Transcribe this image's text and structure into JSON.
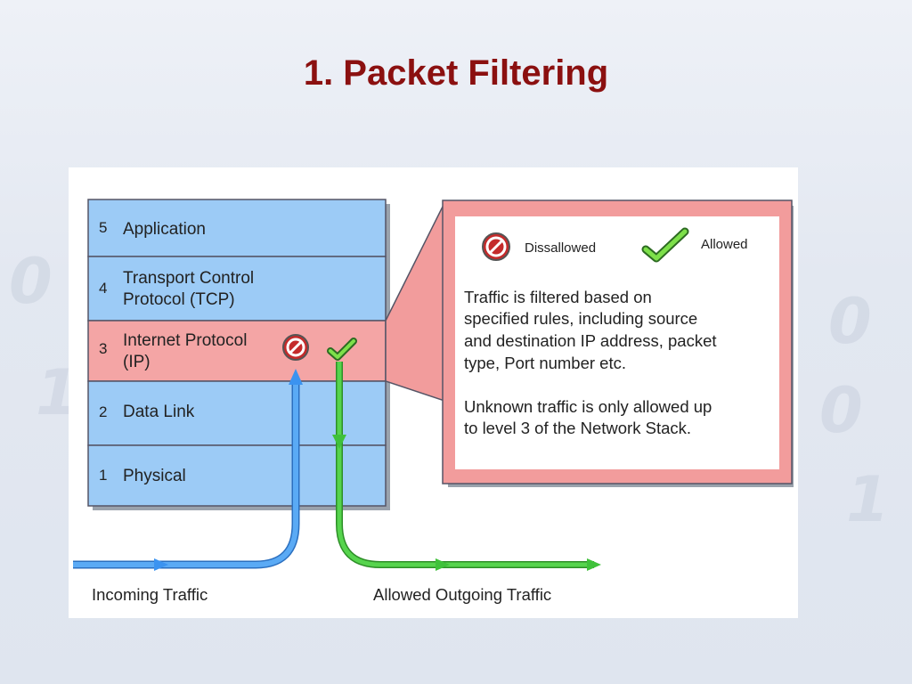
{
  "slide": {
    "title": "1. Packet Filtering"
  },
  "stack": {
    "layers": [
      {
        "number": "5",
        "line1": "Application",
        "line2": ""
      },
      {
        "number": "4",
        "line1": "Transport Control",
        "line2": "Protocol (TCP)"
      },
      {
        "number": "3",
        "line1": "Internet Protocol",
        "line2": "(IP)"
      },
      {
        "number": "2",
        "line1": "Data Link",
        "line2": ""
      },
      {
        "number": "1",
        "line1": "Physical",
        "line2": ""
      }
    ]
  },
  "legend": {
    "disallowed": "Dissallowed",
    "allowed": "Allowed"
  },
  "callout": {
    "para1": [
      "Traffic is filtered based on",
      "specified rules, including source",
      "and destination IP address, packet",
      "type, Port number etc."
    ],
    "para2": [
      "Unknown traffic is only allowed up",
      "to level 3 of the Network Stack."
    ]
  },
  "flows": {
    "incoming": "Incoming Traffic",
    "outgoing": "Allowed Outgoing Traffic"
  },
  "icons": {
    "block": "no-entry-icon",
    "check": "checkmark-icon"
  },
  "colors": {
    "title": "#8b1010",
    "layer_blue": "#9ccbf6",
    "layer_red": "#f4a5a5",
    "callout_fill": "#f29c9c",
    "incoming": "#3b93f0",
    "outgoing": "#3fc13a"
  }
}
